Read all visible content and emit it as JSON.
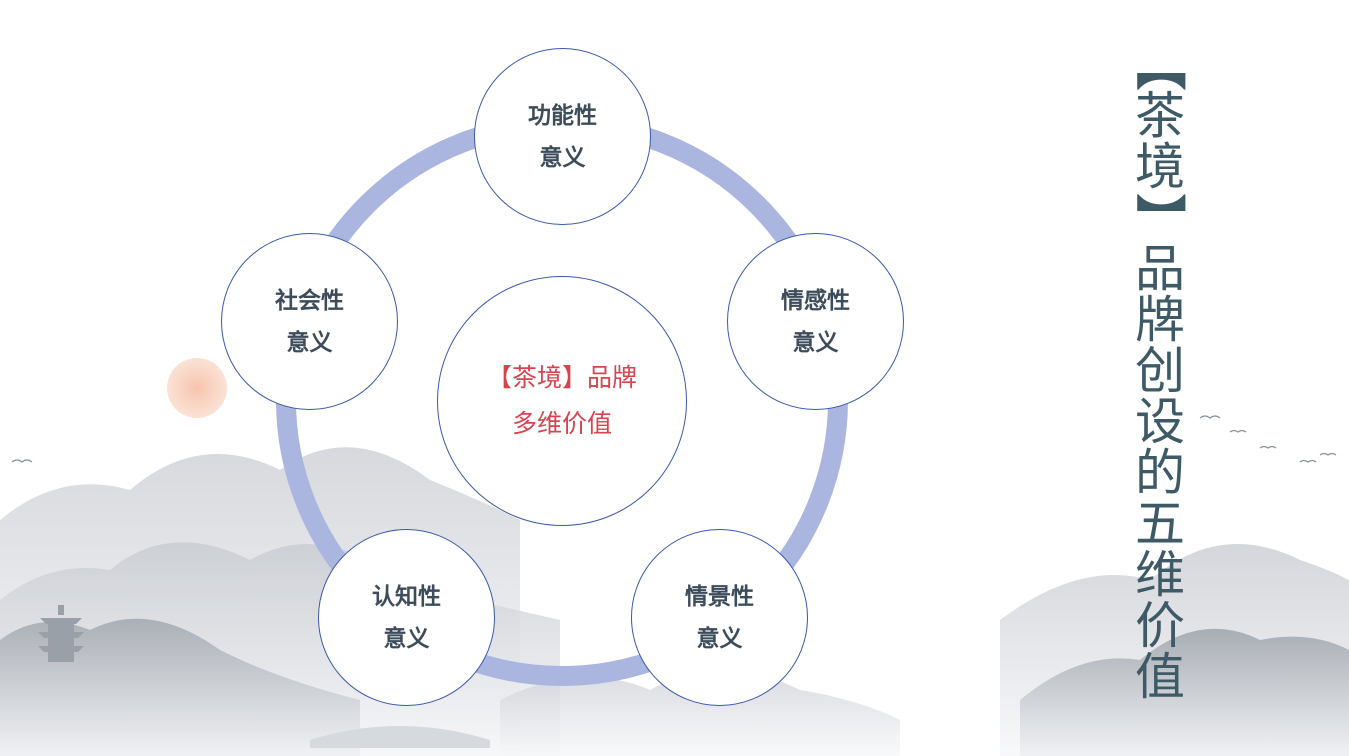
{
  "title": {
    "open_bracket": "【",
    "brand": [
      "茶",
      "境"
    ],
    "close_bracket": "】",
    "rest": [
      "品",
      "牌",
      "创",
      "设",
      "的",
      "五",
      "维",
      "价",
      "值"
    ]
  },
  "center": {
    "line1": "【茶境】品牌",
    "line2": "多维价值"
  },
  "nodes": [
    {
      "line1": "功能性",
      "line2": "意义"
    },
    {
      "line1": "情感性",
      "line2": "意义"
    },
    {
      "line1": "情景性",
      "line2": "意义"
    },
    {
      "line1": "认知性",
      "line2": "意义"
    },
    {
      "line1": "社会性",
      "line2": "意义"
    }
  ],
  "colors": {
    "ring": "#aab6e0",
    "node_border": "#3a5aa8",
    "node_text": "#3d4c5a",
    "center_text": "#d9434f",
    "title_text": "#3e5a66",
    "sun": "#f6c9b5"
  }
}
